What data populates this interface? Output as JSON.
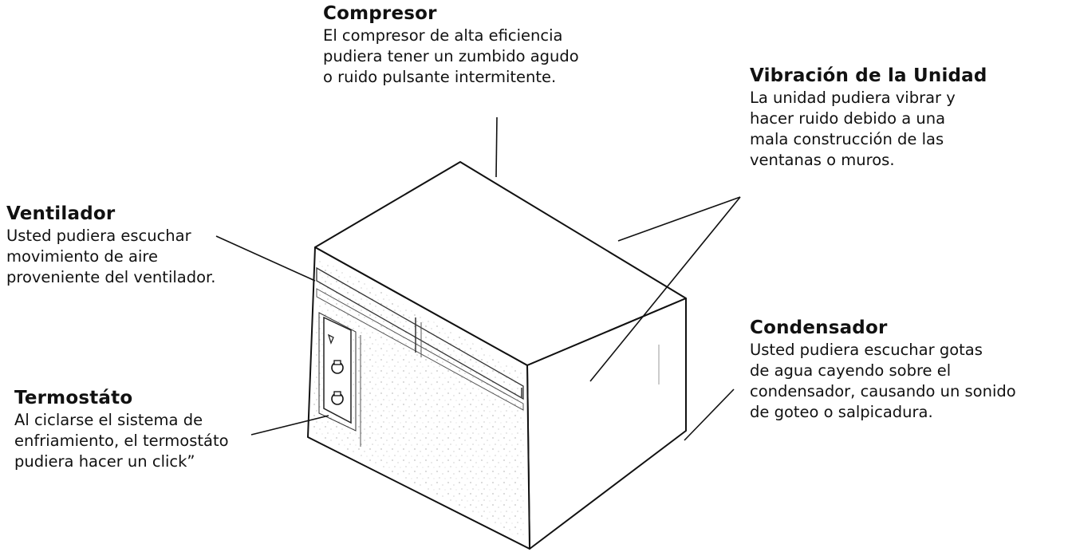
{
  "callouts": {
    "compresor": {
      "title": "Compresor",
      "lines": [
        "El compresor de alta eficiencia",
        "pudiera tener un zumbido agudo",
        "o ruido pulsante intermitente."
      ]
    },
    "vibracion": {
      "title": "Vibración de la Unidad",
      "lines": [
        "La unidad pudiera vibrar y",
        "hacer ruido debido a una",
        "mala construcción de las",
        "ventanas o muros."
      ]
    },
    "ventilador": {
      "title": "Ventilador",
      "lines": [
        "Usted pudiera escuchar",
        "movimiento de aire",
        "proveniente del ventilador."
      ]
    },
    "condensador": {
      "title": "Condensador",
      "lines": [
        "Usted pudiera escuchar gotas",
        "de agua cayendo sobre el",
        "condensador, causando un sonido",
        "de goteo o salpicadura."
      ]
    },
    "termostato": {
      "title": "Termostáto",
      "lines": [
        "Al ciclarse el sistema de",
        "enfriamiento, el termostáto",
        "pudiera hacer un click”"
      ]
    }
  }
}
